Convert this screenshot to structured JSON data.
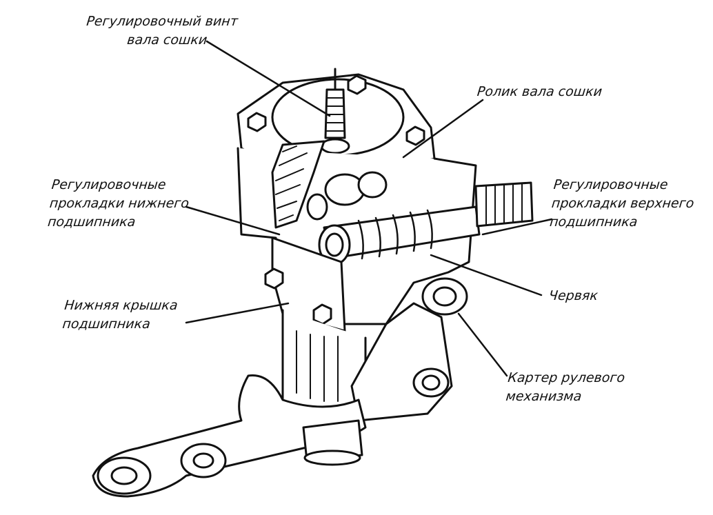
{
  "labels": {
    "adjust_screw": [
      "Регулировочный винт",
      "вала сошки"
    ],
    "roller": [
      "Ролик вала сошки"
    ],
    "lower_shims": [
      "Регулировочные",
      "прокладки нижнего",
      "подшипника"
    ],
    "upper_shims": [
      "Регулировочные",
      "прокладки верхнего",
      "подшипника"
    ],
    "worm": [
      "Червяк"
    ],
    "lower_cover": [
      "Нижняя крышка",
      "подшипника"
    ],
    "housing": [
      "Картер рулевого",
      "механизма"
    ]
  }
}
